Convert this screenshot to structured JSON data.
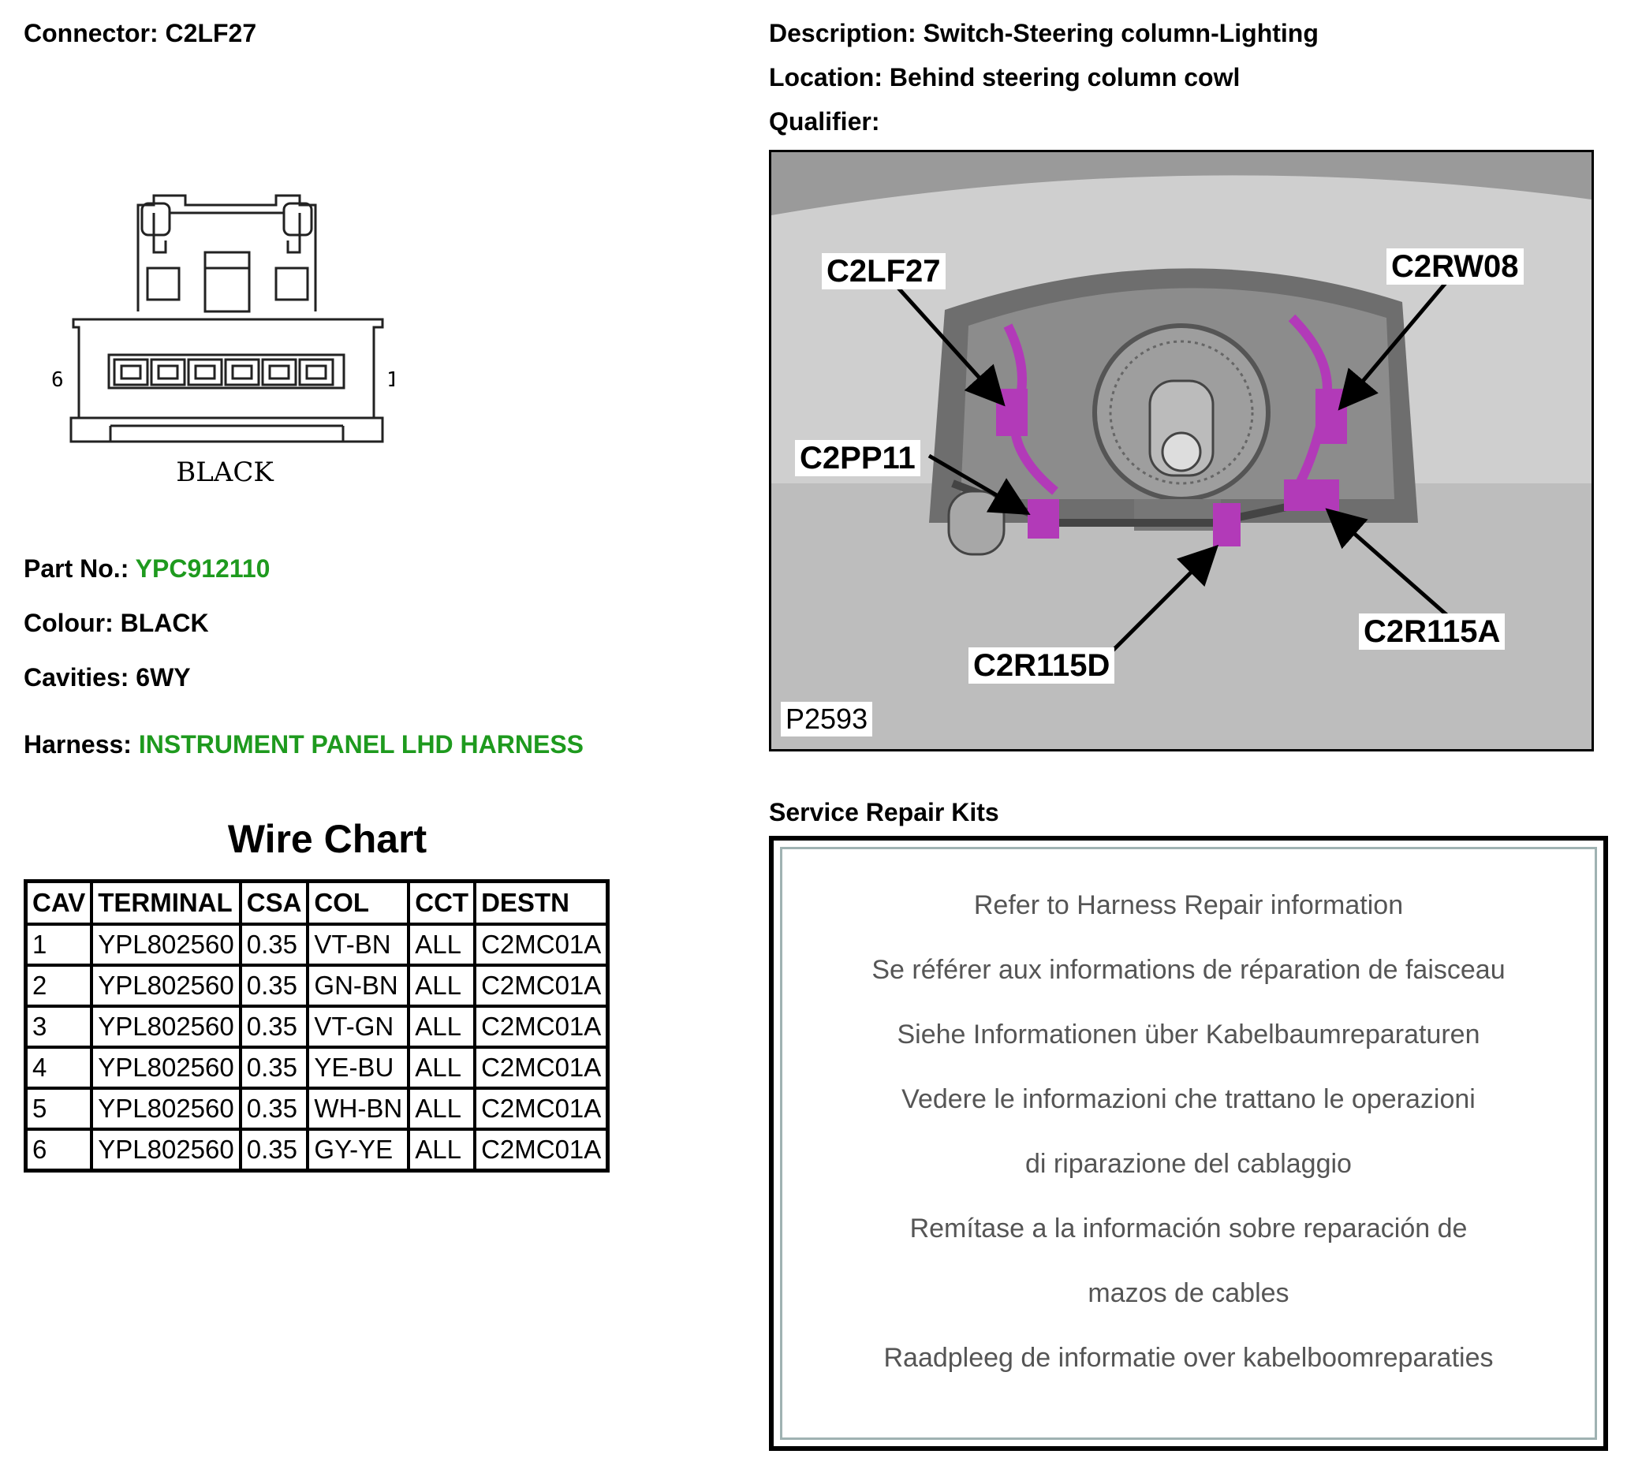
{
  "connector": {
    "label": "Connector:",
    "value": "C2LF27"
  },
  "connector_face": {
    "pin_left": "6",
    "pin_right": "1",
    "color_label": "BLACK"
  },
  "part_no": {
    "label": "Part No.:",
    "value": "YPC912110"
  },
  "colour": {
    "label": "Colour:",
    "value": "BLACK"
  },
  "cavities": {
    "label": "Cavities:",
    "value": "6WY"
  },
  "harness": {
    "label": "Harness:",
    "value": "INSTRUMENT PANEL LHD HARNESS"
  },
  "description": {
    "label": "Description:",
    "value": "Switch-Steering column-Lighting"
  },
  "location": {
    "label": "Location:",
    "value": "Behind steering column cowl"
  },
  "qualifier": {
    "label": "Qualifier:",
    "value": ""
  },
  "photo": {
    "callouts": [
      "C2LF27",
      "C2RW08",
      "C2PP11",
      "C2R115A",
      "C2R115D"
    ],
    "reference": "P2593",
    "highlight_color": "#b23ab8"
  },
  "wire_chart": {
    "title": "Wire Chart",
    "headers": [
      "CAV",
      "TERMINAL",
      "CSA",
      "COL",
      "CCT",
      "DESTN"
    ],
    "rows": [
      [
        "1",
        "YPL802560",
        "0.35",
        "VT-BN",
        "ALL",
        "C2MC01A"
      ],
      [
        "2",
        "YPL802560",
        "0.35",
        "GN-BN",
        "ALL",
        "C2MC01A"
      ],
      [
        "3",
        "YPL802560",
        "0.35",
        "VT-GN",
        "ALL",
        "C2MC01A"
      ],
      [
        "4",
        "YPL802560",
        "0.35",
        "YE-BU",
        "ALL",
        "C2MC01A"
      ],
      [
        "5",
        "YPL802560",
        "0.35",
        "WH-BN",
        "ALL",
        "C2MC01A"
      ],
      [
        "6",
        "YPL802560",
        "0.35",
        "GY-YE",
        "ALL",
        "C2MC01A"
      ]
    ]
  },
  "service_repair_kits": {
    "title": "Service Repair Kits",
    "lines": [
      "Refer to Harness Repair information",
      "Se référer aux informations de réparation de faisceau",
      "Siehe Informationen über Kabelbaumreparaturen",
      "Vedere le informazioni che trattano le operazioni",
      "di riparazione del cablaggio",
      "Remítase a la información sobre reparación de",
      "mazos de cables",
      "Raadpleeg de informatie over kabelboomreparaties"
    ]
  },
  "colors": {
    "link_green": "#1e9a1e",
    "kit_text": "#555555"
  }
}
